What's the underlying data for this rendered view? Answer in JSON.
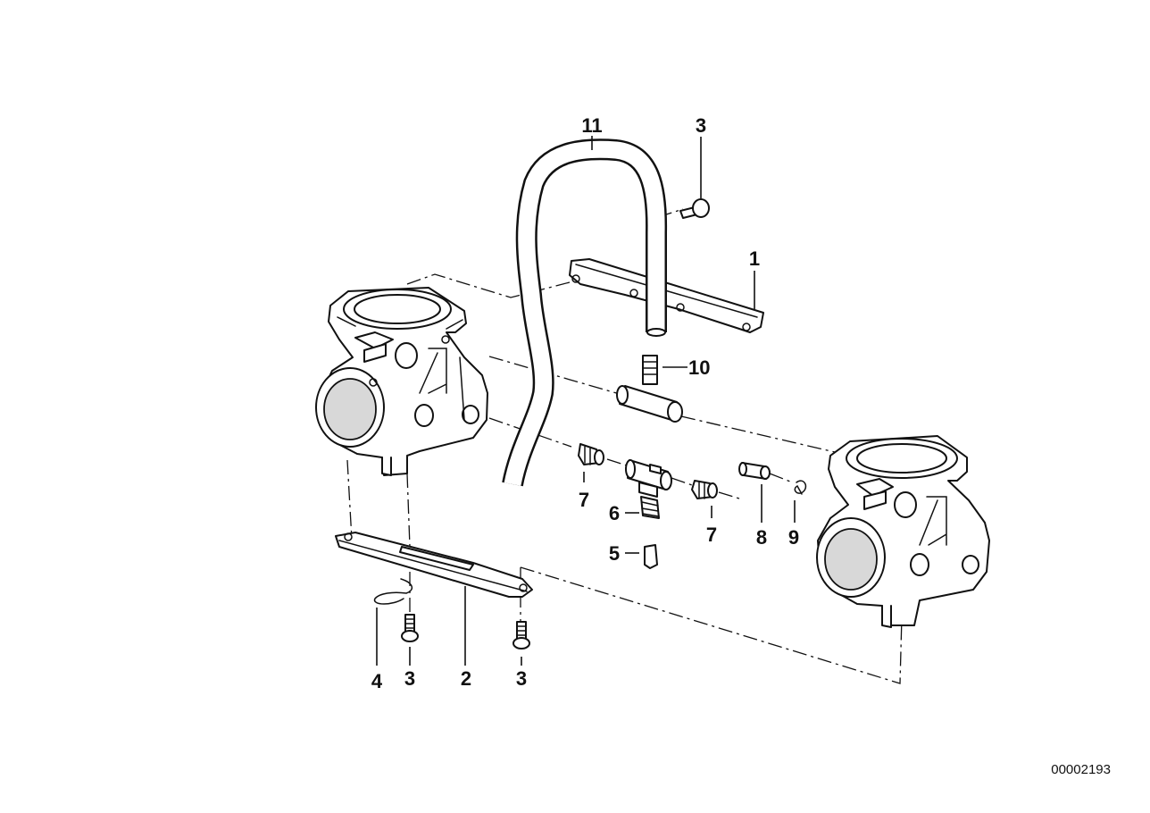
{
  "labels": {
    "p1": "1",
    "p2": "2",
    "p3_top": "3",
    "p3_left": "3",
    "p3_right": "3",
    "p4": "4",
    "p5": "5",
    "p6": "6",
    "p7_left": "7",
    "p7_right": "7",
    "p8": "8",
    "p9": "9",
    "p10": "10",
    "p11": "11"
  },
  "reference_number": "00002193"
}
